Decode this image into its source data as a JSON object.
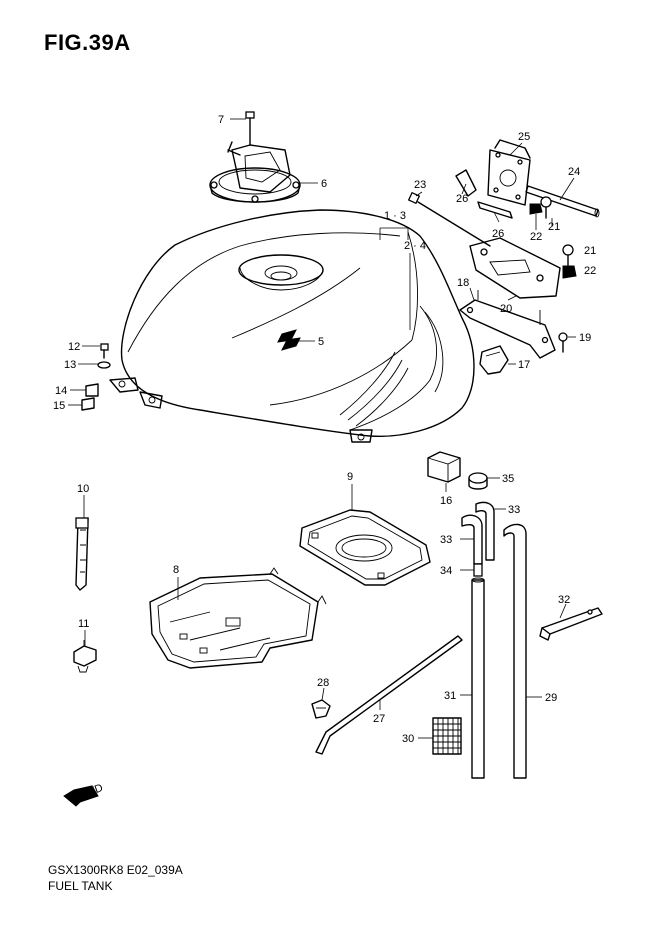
{
  "figure": {
    "title": "FIG.39A",
    "code": "GSX1300RK8 E02_039A",
    "name": "FUEL TANK"
  },
  "fwd_label": "FWD",
  "callouts": {
    "c1_3": "1 · 3",
    "c2_4": "2 · 4",
    "c5": "5",
    "c6": "6",
    "c7": "7",
    "c8": "8",
    "c9": "9",
    "c10": "10",
    "c11": "11",
    "c12": "12",
    "c13": "13",
    "c14": "14",
    "c15": "15",
    "c16": "16",
    "c17": "17",
    "c18": "18",
    "c19": "19",
    "c20": "20",
    "c21a": "21",
    "c21b": "21",
    "c22a": "22",
    "c22b": "22",
    "c23": "23",
    "c24": "24",
    "c25": "25",
    "c26a": "26",
    "c26b": "26",
    "c27": "27",
    "c28": "28",
    "c29": "29",
    "c30": "30",
    "c31": "31",
    "c32": "32",
    "c33a": "33",
    "c33b": "33",
    "c34": "34",
    "c35": "35"
  }
}
